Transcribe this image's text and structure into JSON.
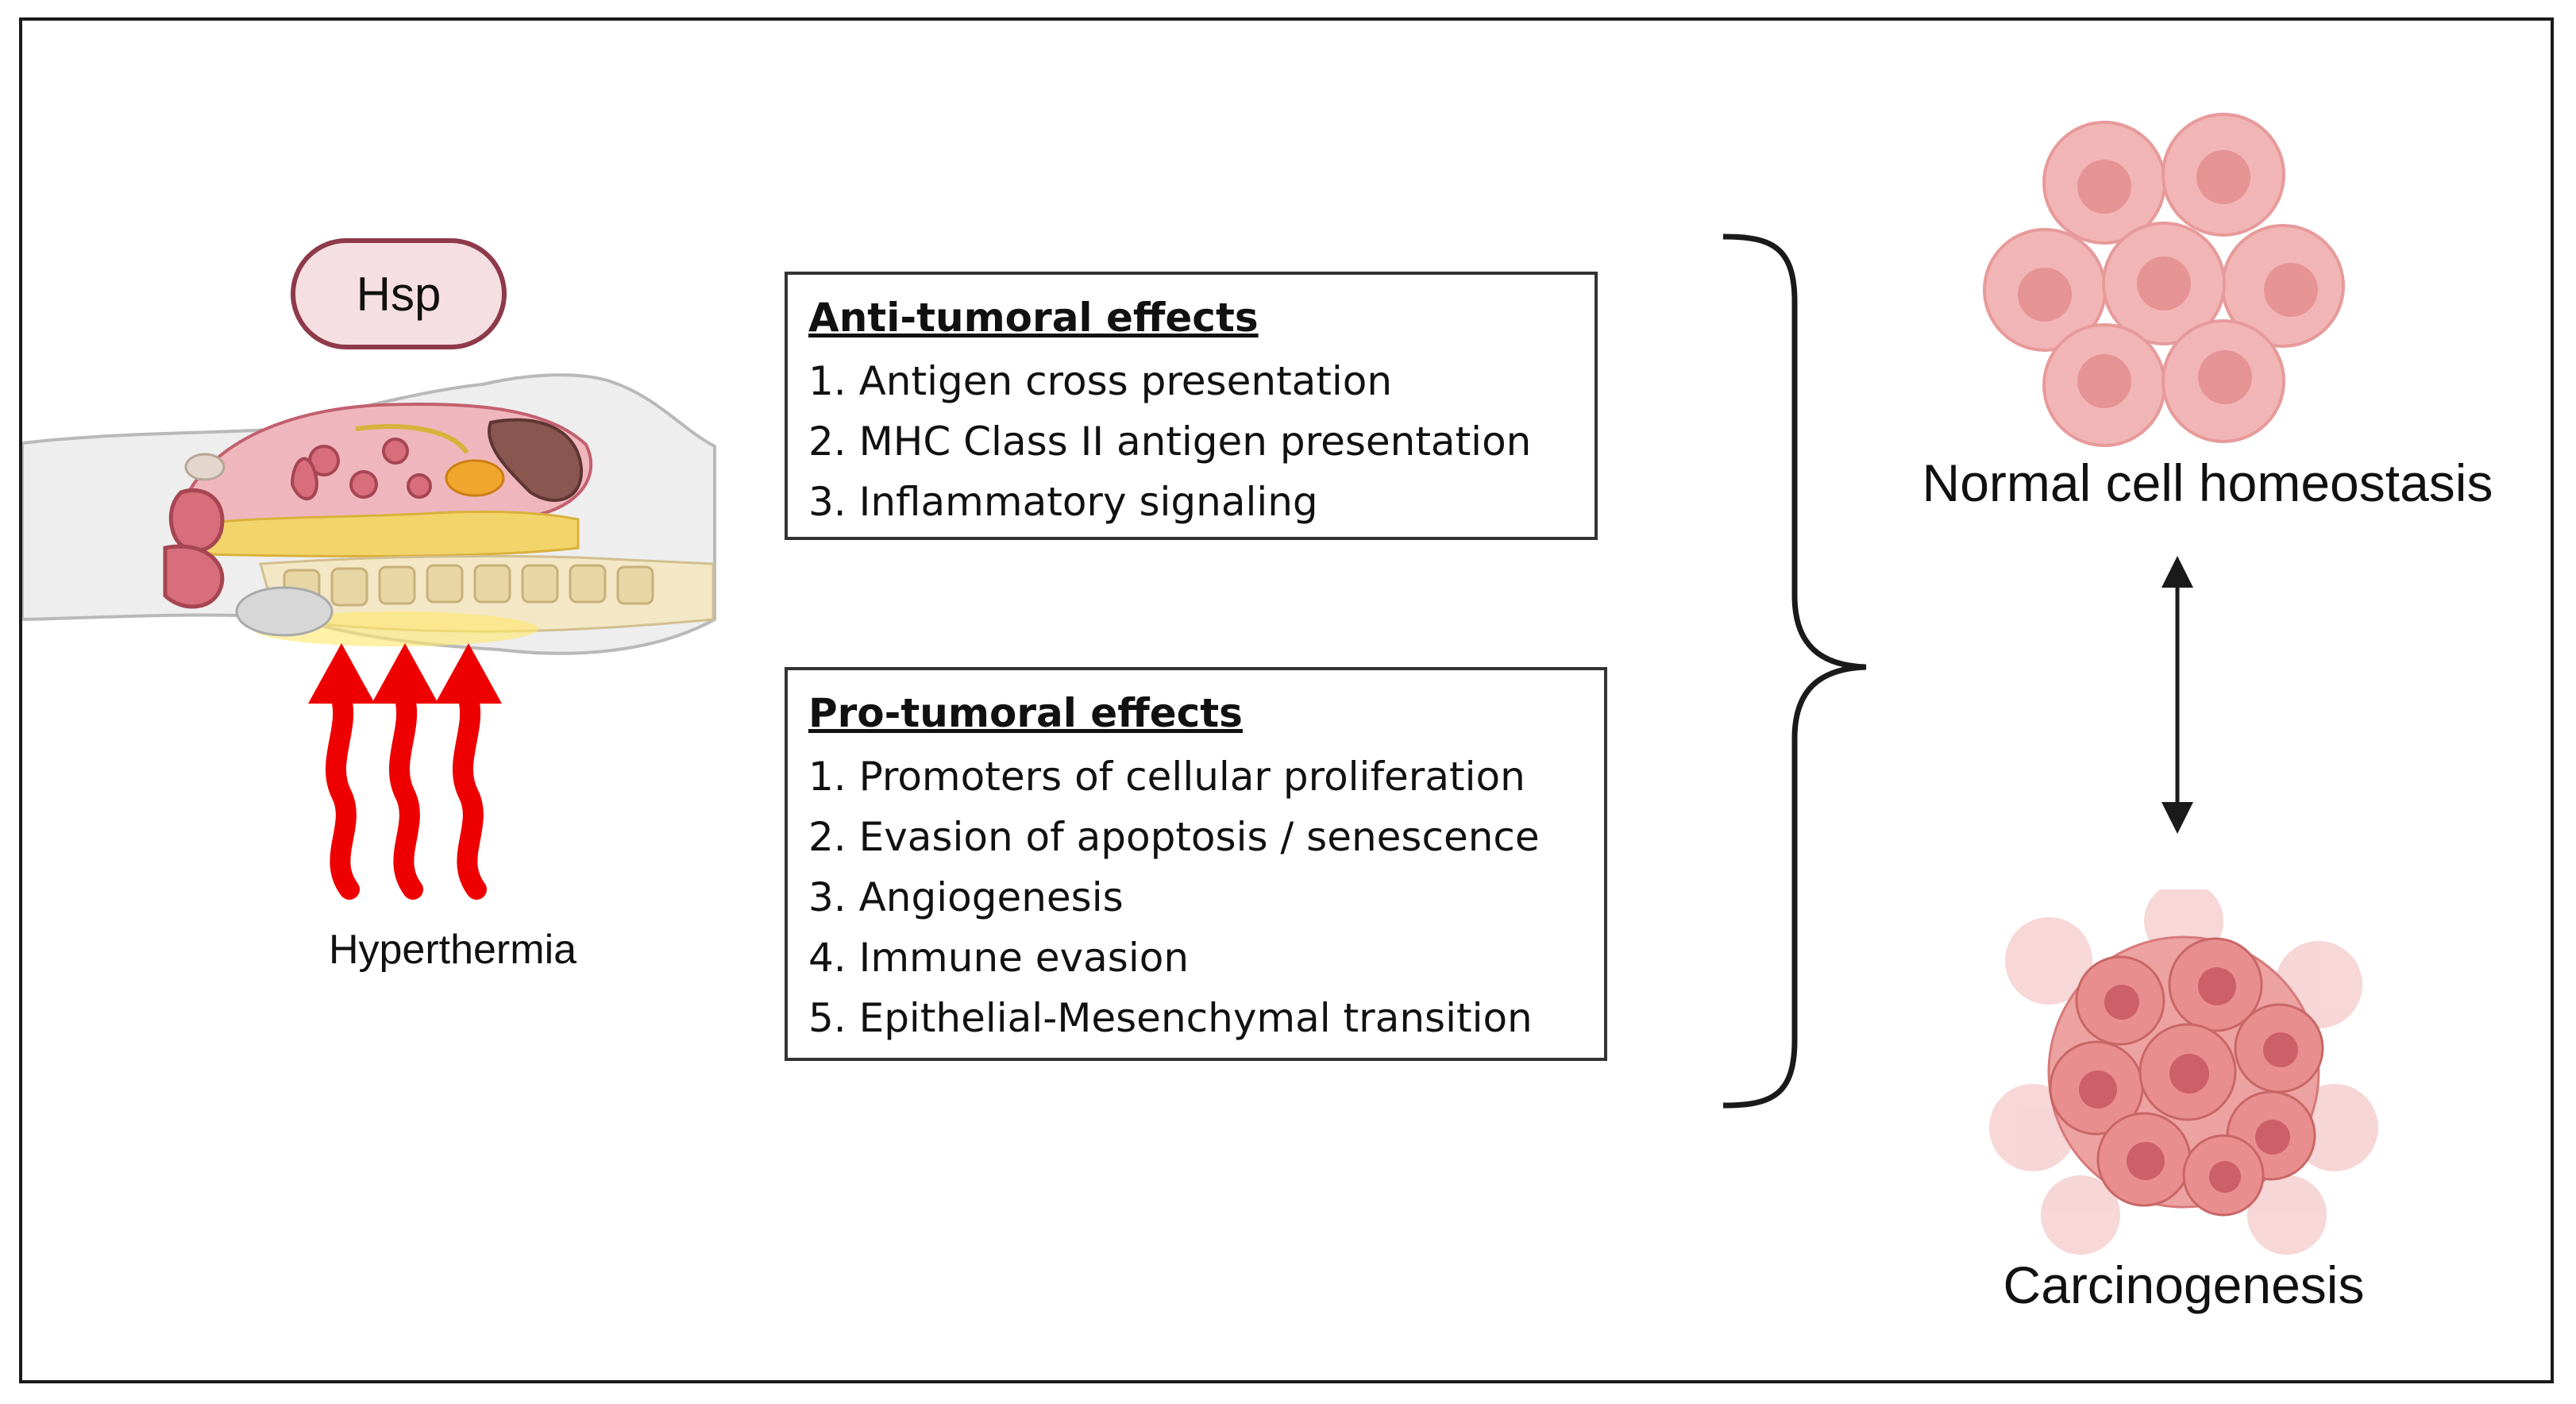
{
  "left_panel": {
    "hsp_label": "Hsp",
    "hyperthermia_label": "Hyperthermia"
  },
  "anti_tumoral": {
    "title": "Anti-tumoral effects",
    "items": [
      "1. Antigen cross presentation",
      "2. MHC Class II antigen presentation",
      "3. Inflammatory signaling"
    ]
  },
  "pro_tumoral": {
    "title": "Pro-tumoral effects",
    "items": [
      "1. Promoters of cellular proliferation",
      "2. Evasion of apoptosis / senescence",
      "3. Angiogenesis",
      "4. Immune evasion",
      "5. Epithelial-Mesenchymal transition"
    ]
  },
  "right_panel": {
    "normal_label": "Normal cell homeostasis",
    "carcinogenesis_label": "Carcinogenesis"
  },
  "colors": {
    "arrow_red": "#ee0000",
    "hsp_border": "#8e3a4a",
    "hsp_fill": "#f6dfe2",
    "cell_fill": "#f2b5b5",
    "cell_nucleus": "#e07e7e",
    "tumor_fill": "#e88d8d"
  }
}
